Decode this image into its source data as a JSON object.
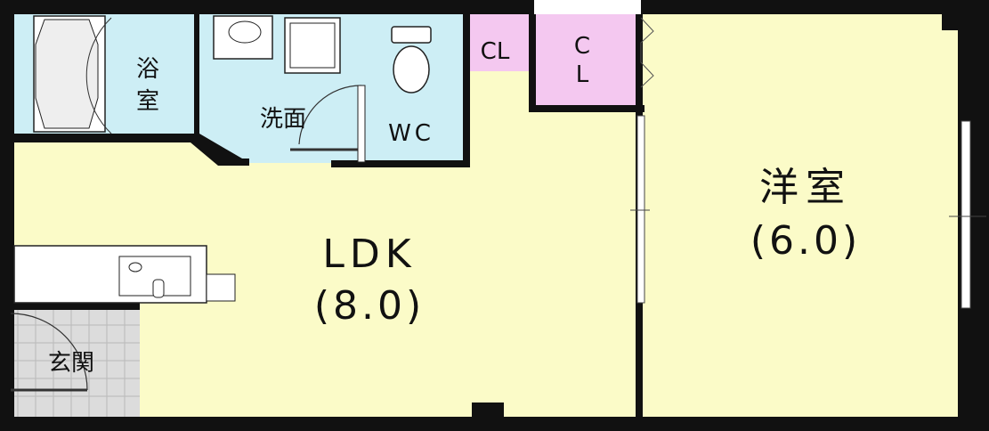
{
  "rooms": {
    "ldk": {
      "name": "LDK",
      "size": "(8.0)"
    },
    "western": {
      "name": "洋室",
      "size": "(6.0)"
    },
    "bath": {
      "line1": "浴",
      "line2": "室"
    },
    "washroom": {
      "name": "洗面"
    },
    "toilet": {
      "name": "WC"
    },
    "closet_small": {
      "name": "CL"
    },
    "closet_large": {
      "line1": "C",
      "line2": "L"
    },
    "entrance": {
      "name": "玄関"
    }
  },
  "colors": {
    "wall": "#111111",
    "ldk_floor": "#fbfbc8",
    "western_floor": "#fbfbc8",
    "wet_area": "#cdeef5",
    "closet": "#f4c8f0",
    "entrance_tile": "#dcdcdc",
    "fixture": "#ffffff"
  }
}
